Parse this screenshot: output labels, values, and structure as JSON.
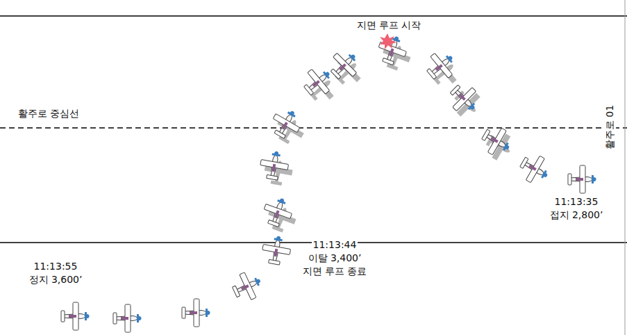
{
  "diagram": {
    "labels": [
      "지면 루프 시작",
      "활주로 중심선",
      "활주로 01",
      "11:13:35",
      "접지 2,800’",
      "11:13:44",
      "이탈 3,400’",
      "지면 루프 종료",
      "11:13:55",
      "정지 3,600’"
    ]
  }
}
